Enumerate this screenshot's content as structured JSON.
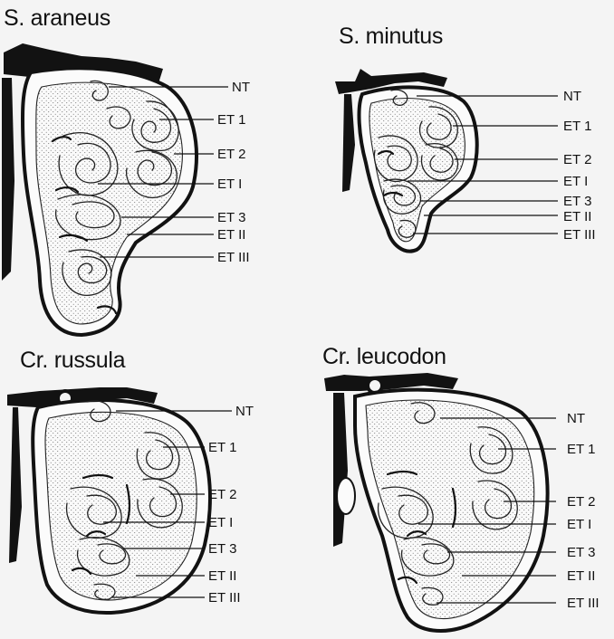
{
  "figure": {
    "panels": [
      {
        "id": "s-araneus",
        "title": "S. araneus",
        "labels": [
          "NT",
          "ET 1",
          "ET 2",
          "ET I",
          "ET 3",
          "ET II",
          "ET III"
        ]
      },
      {
        "id": "s-minutus",
        "title": "S. minutus",
        "labels": [
          "NT",
          "ET 1",
          "ET 2",
          "ET I",
          "ET 3",
          "ET II",
          "ET III"
        ]
      },
      {
        "id": "cr-russula",
        "title": "Cr. russula",
        "labels": [
          "NT",
          "ET 1",
          "ET 2",
          "ET I",
          "ET 3",
          "ET II",
          "ET III"
        ]
      },
      {
        "id": "cr-leucodon",
        "title": "Cr. leucodon",
        "labels": [
          "NT",
          "ET 1",
          "ET 2",
          "ET I",
          "ET 3",
          "ET II",
          "ET III"
        ]
      }
    ]
  }
}
